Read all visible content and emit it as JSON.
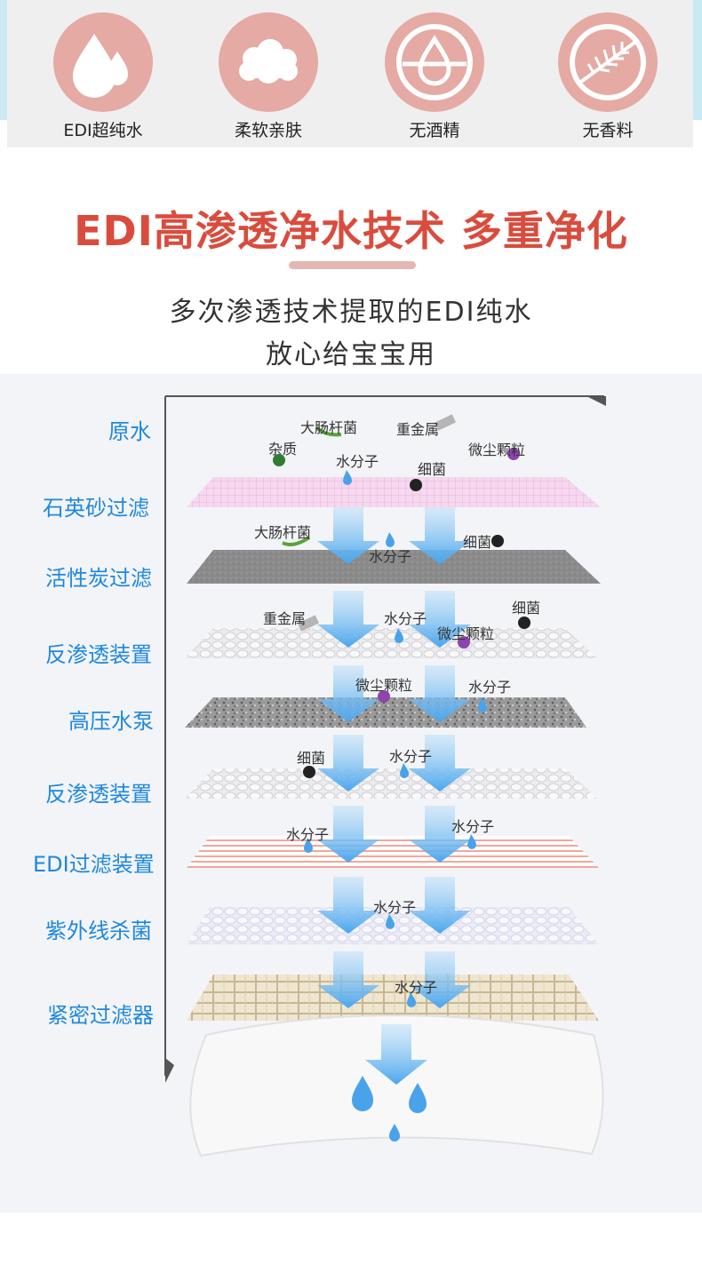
{
  "features": [
    {
      "icon": "water-drops-icon",
      "label": "EDI超纯水"
    },
    {
      "icon": "cloud-icon",
      "label": "柔软亲肤"
    },
    {
      "icon": "no-alcohol-icon",
      "label": "无酒精"
    },
    {
      "icon": "no-fragrance-icon",
      "label": "无香料"
    }
  ],
  "colors": {
    "accent": "#d94c3d",
    "circle": "#e4aaa3",
    "stage_label": "#1e88e0",
    "arrow": "#5fb2f0"
  },
  "headline": "EDI高渗透净水技术 多重净化",
  "subtitle_line1": "多次渗透技术提取的EDI纯水",
  "subtitle_line2": "放心给宝宝用",
  "stages": [
    "原水",
    "石英砂过滤",
    "活性炭过滤",
    "反渗透装置",
    "高压水泵",
    "反渗透装置",
    "EDI过滤装置",
    "紫外线杀菌",
    "紧密过滤器"
  ],
  "notes": {
    "raw": [
      "大肠杆菌",
      "重金属",
      "杂质",
      "微尘颗粒",
      "水分子",
      "细菌"
    ],
    "quartz": [
      "大肠杆菌",
      "水分子",
      "细菌"
    ],
    "carbon": [
      "重金属",
      "水分子",
      "细菌",
      "微尘颗粒"
    ],
    "pump": [
      "微尘颗粒",
      "水分子"
    ],
    "ro2": [
      "细菌",
      "水分子"
    ],
    "edi": [
      "水分子",
      "水分子"
    ],
    "uv": [
      "水分子"
    ],
    "fine": [
      "水分子"
    ]
  }
}
